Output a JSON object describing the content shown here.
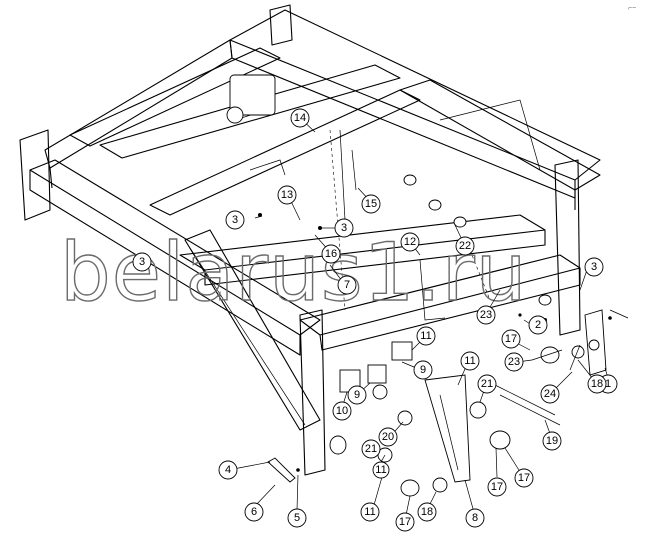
{
  "watermark": {
    "text": "belarus1.ru"
  },
  "corner_mark": "⌐~",
  "callouts": [
    {
      "label": "1"
    },
    {
      "label": "2"
    },
    {
      "label": "3"
    },
    {
      "label": "3"
    },
    {
      "label": "3"
    },
    {
      "label": "3"
    },
    {
      "label": "4"
    },
    {
      "label": "5"
    },
    {
      "label": "6"
    },
    {
      "label": "7"
    },
    {
      "label": "8"
    },
    {
      "label": "9"
    },
    {
      "label": "9"
    },
    {
      "label": "10"
    },
    {
      "label": "11"
    },
    {
      "label": "11"
    },
    {
      "label": "11"
    },
    {
      "label": "11"
    },
    {
      "label": "12"
    },
    {
      "label": "13"
    },
    {
      "label": "14"
    },
    {
      "label": "15"
    },
    {
      "label": "16"
    },
    {
      "label": "17"
    },
    {
      "label": "17"
    },
    {
      "label": "17"
    },
    {
      "label": "17"
    },
    {
      "label": "18"
    },
    {
      "label": "18"
    },
    {
      "label": "19"
    },
    {
      "label": "20"
    },
    {
      "label": "21"
    },
    {
      "label": "21"
    },
    {
      "label": "22"
    },
    {
      "label": "23"
    },
    {
      "label": "23"
    },
    {
      "label": "24"
    }
  ]
}
